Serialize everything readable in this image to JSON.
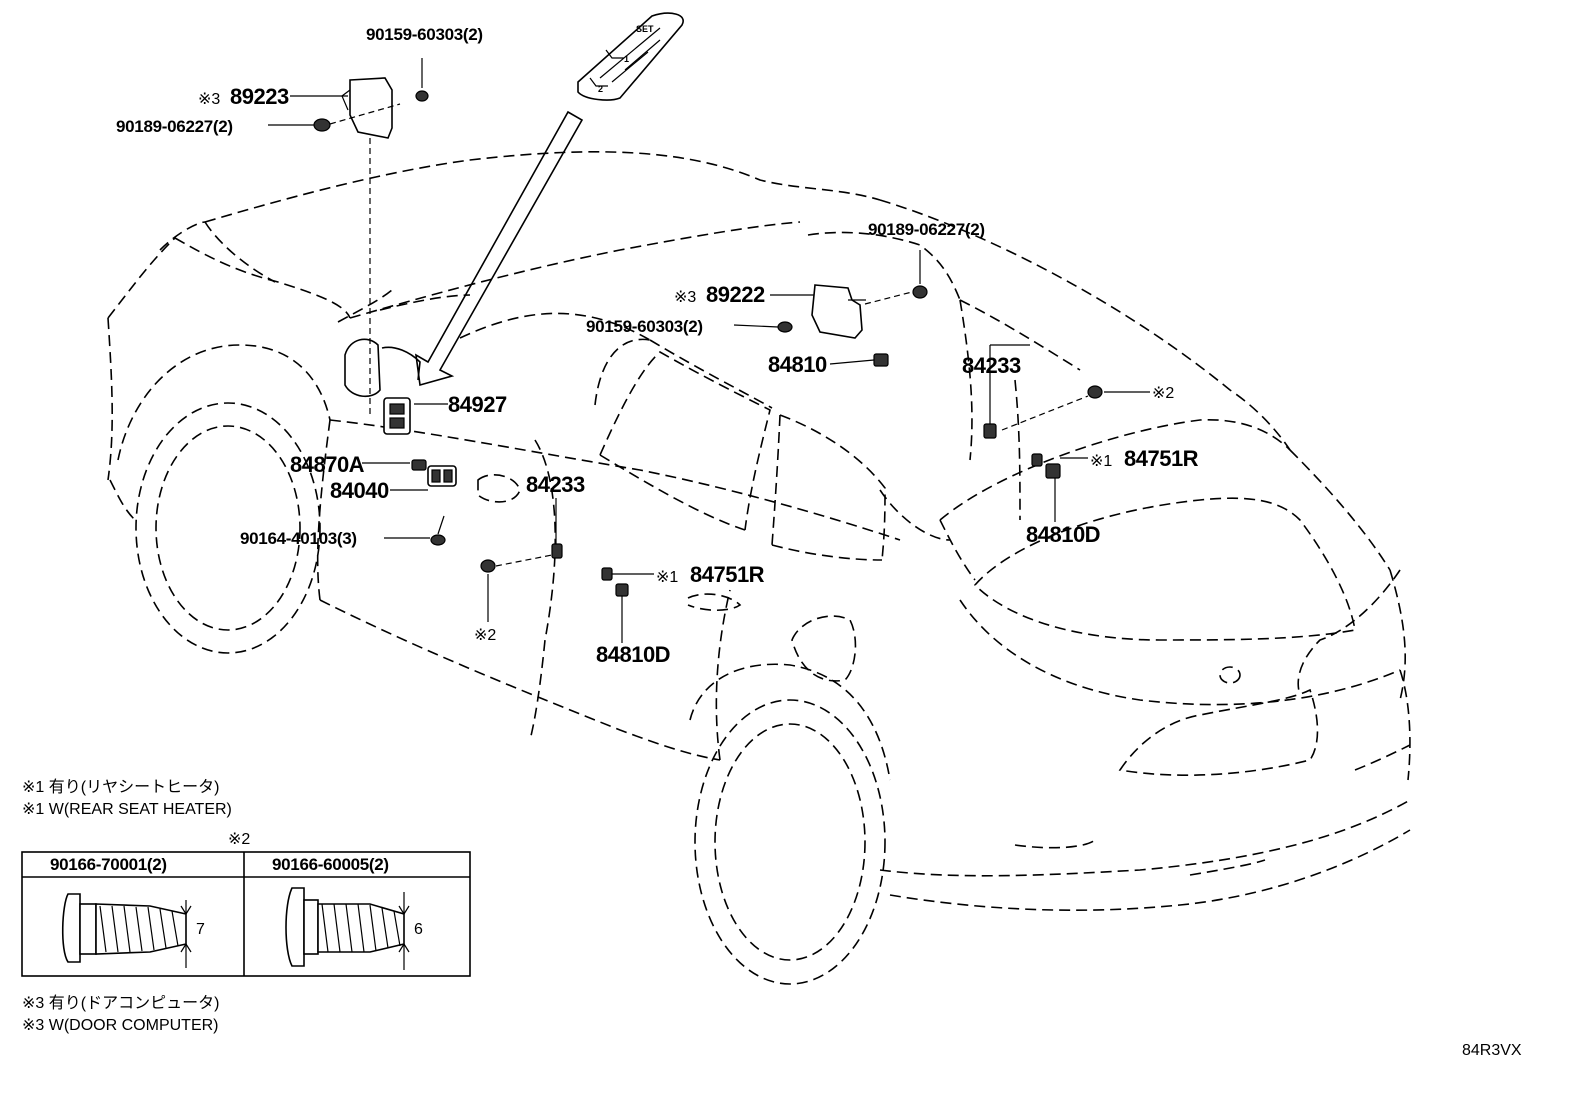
{
  "labels": {
    "p89223": "89223",
    "p89222": "89222",
    "ref_3": "※3",
    "ref_1": "※1",
    "ref_2": "※2",
    "p90159_60303": "90159-60303(2)",
    "p90189_06227": "90189-06227(2)",
    "p84927": "84927",
    "p84870A": "84870A",
    "p84040": "84040",
    "p90164_40103": "90164-40103(3)",
    "p84233": "84233",
    "p84751R": "84751R",
    "p84810D": "84810D",
    "p84810": "84810"
  },
  "switch_panel": {
    "set": "SET",
    "m1": "1",
    "m2": "2"
  },
  "notes": {
    "n1_jp": "※1 有り(リヤシートヒータ)",
    "n1_en": "※1 W(REAR SEAT HEATER)",
    "n2": "※2",
    "n3_jp": "※3 有り(ドアコンピュータ)",
    "n3_en": "※3 W(DOOR COMPUTER)"
  },
  "table": {
    "col1_header": "90166-70001(2)",
    "col2_header": "90166-60005(2)",
    "col1_dim": "7",
    "col2_dim": "6"
  },
  "illustration_code": "84R3VX"
}
